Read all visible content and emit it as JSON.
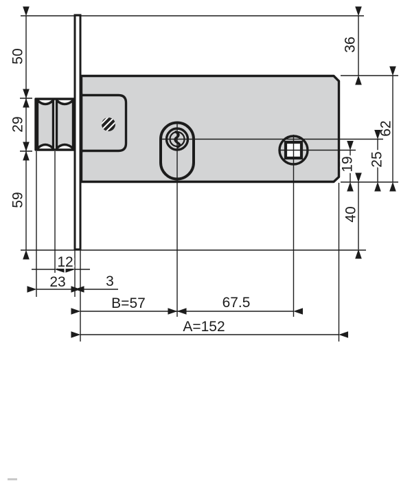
{
  "figure": {
    "labels": {
      "plate_top_to_bolt": "50",
      "bolt_height": "29",
      "bolt_to_plate_bottom": "59",
      "plate_top_to_case": "36",
      "case_height": "62",
      "cylinder_axis_to_case_bottom": "25",
      "follower_axis_to_case_bottom": "19",
      "case_to_plate_bottom": "40",
      "roller_to_plate": "12",
      "bolt_projection": "23",
      "plate_thickness": "3",
      "backset": "B=57",
      "cylinder_to_follower": "67.5",
      "case_length": "A=152"
    },
    "colors": {
      "line": "#1c1c1c",
      "metal_fill": "#d3d4d5",
      "background": "#ffffff",
      "corner_artifact": "#c9c9c9"
    }
  }
}
